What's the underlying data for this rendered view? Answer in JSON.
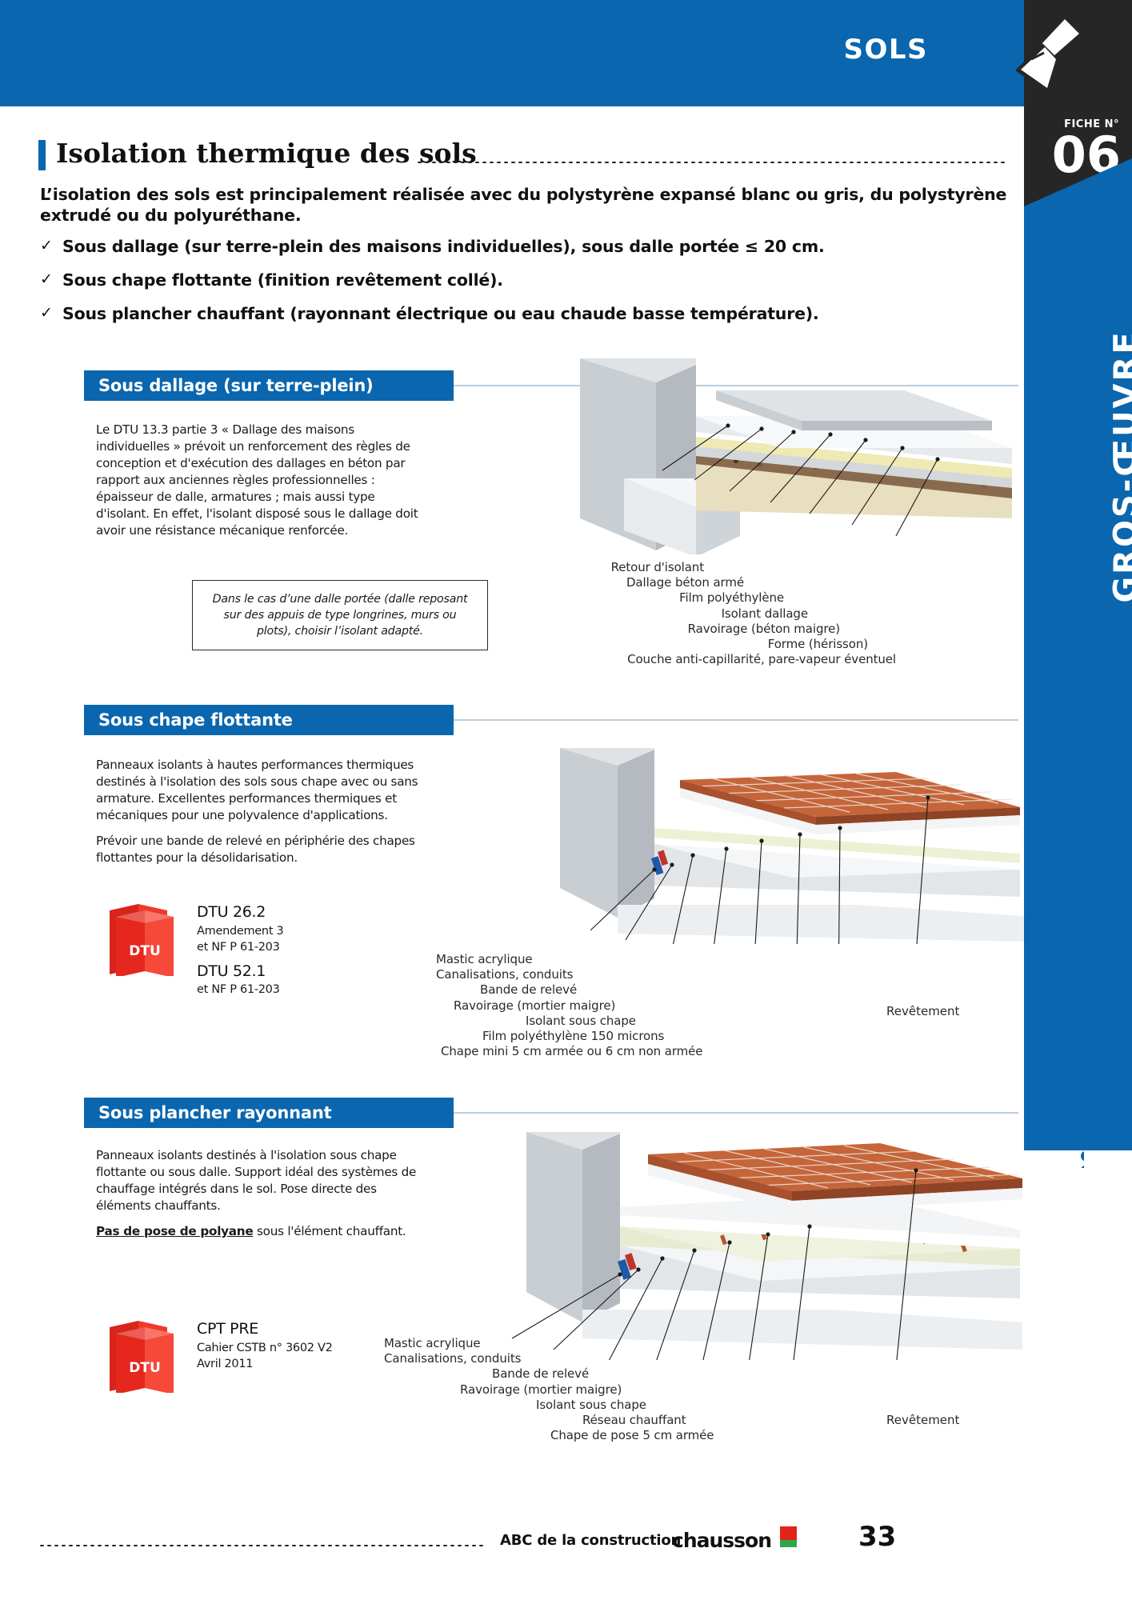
{
  "header": {
    "category": "SOLS",
    "fiche_label": "FICHE N°",
    "fiche_number": "06",
    "side_label": "GROS-ŒUVRE"
  },
  "title": "Isolation thermique des sols",
  "intro": {
    "lead": "L’isolation des sols est principalement réalisée avec du polystyrène expansé blanc ou gris, du polystyrène extrudé ou du polyuréthane.",
    "check_mark": "✓",
    "bullets": [
      "Sous dallage (sur terre-plein des maisons individuelles), sous dalle portée ≤ 20 cm.",
      "Sous chape flottante (finition revêtement collé).",
      "Sous plancher chauffant (rayonnant électrique ou eau chaude basse température)."
    ]
  },
  "sections": [
    {
      "id": "sous-dallage",
      "heading": "Sous dallage (sur terre-plein)",
      "paragraphs": [
        "Le DTU 13.3 partie 3 « Dallage des maisons individuelles » prévoit un renforcement des règles de conception et d'exécution des dallages en béton par rapport aux anciennes règles professionnelles : épaisseur de dalle, armatures ; mais aussi type d'isolant. En effet, l'isolant disposé sous le dallage doit avoir une résistance mécanique renforcée."
      ],
      "note": "Dans le cas d’une dalle portée (dalle reposant sur des appuis de type longrines, murs ou plots), choisir l’isolant adapté.",
      "diagram_labels": [
        "Retour d'isolant",
        "Dallage béton armé",
        "Film polyéthylène",
        "Isolant dallage",
        "Ravoirage (béton maigre)",
        "Forme (hérisson)",
        "Couche anti-capillarité, pare-vapeur éventuel"
      ]
    },
    {
      "id": "sous-chape-flottante",
      "heading": "Sous chape flottante",
      "paragraphs": [
        "Panneaux isolants à hautes performances thermiques destinés à l'isolation des sols sous chape avec ou sans armature. Excellentes performances thermiques et mécaniques pour une polyvalence d'applications.",
        "Prévoir une bande de relevé en périphérie des chapes flottantes pour la désolidarisation."
      ],
      "dtu": {
        "icon_text": "DTU",
        "entries": [
          {
            "title": "DTU 26.2",
            "lines": [
              "Amendement 3",
              "et NF P 61-203"
            ]
          },
          {
            "title": "DTU 52.1",
            "lines": [
              "et NF P 61-203"
            ]
          }
        ]
      },
      "diagram_labels": [
        "Mastic acrylique",
        "Canalisations, conduits",
        "Bande de relevé",
        "Ravoirage (mortier maigre)",
        "Isolant sous chape",
        "Film polyéthylène 150 microns",
        "Chape mini 5 cm armée ou 6 cm non armée"
      ],
      "diagram_right_label": "Revêtement"
    },
    {
      "id": "sous-plancher-rayonnant",
      "heading": "Sous plancher rayonnant",
      "paragraphs": [
        "Panneaux isolants destinés à l'isolation sous chape flottante ou sous dalle. Support idéal des systèmes de chauffage intégrés dans le sol. Pose directe des éléments chauffants."
      ],
      "emphasis": "Pas de pose de polyane",
      "emphasis_tail": " sous l'élément chauffant.",
      "dtu": {
        "icon_text": "DTU",
        "entries": [
          {
            "title": "CPT PRE",
            "lines": [
              "Cahier CSTB n° 3602 V2",
              "Avril 2011"
            ]
          }
        ]
      },
      "diagram_labels": [
        "Mastic acrylique",
        "Canalisations, conduits",
        "Bande de relevé",
        "Ravoirage (mortier maigre)",
        "Isolant sous chape",
        "Réseau chauffant",
        "Chape de pose 5 cm armée"
      ],
      "diagram_right_label": "Revêtement"
    }
  ],
  "footer": {
    "text": "ABC de la construction",
    "brand": "chausson",
    "page_number": "33"
  },
  "colors": {
    "brand_blue": "#0a66ae",
    "dark": "#262626",
    "red": "#e2231a",
    "green": "#2aa84a"
  }
}
